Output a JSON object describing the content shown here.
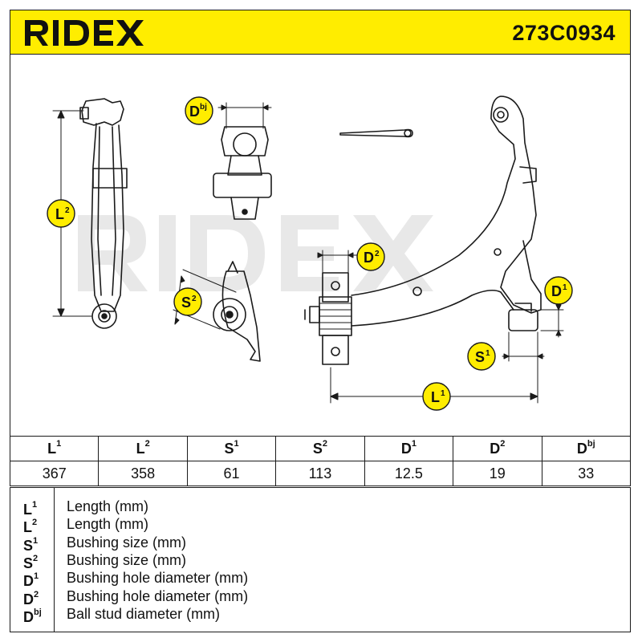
{
  "header": {
    "brand": "RIDEX",
    "part_number": "273C0934"
  },
  "drawing": {
    "watermark": "RIDEX",
    "callouts": [
      {
        "base": "L",
        "sup": "2"
      },
      {
        "base": "D",
        "sup": "bj"
      },
      {
        "base": "S",
        "sup": "2"
      },
      {
        "base": "D",
        "sup": "2"
      },
      {
        "base": "D",
        "sup": "1"
      },
      {
        "base": "S",
        "sup": "1"
      },
      {
        "base": "L",
        "sup": "1"
      }
    ]
  },
  "dimensions": {
    "columns": [
      {
        "base": "L",
        "sup": "1",
        "value": "367"
      },
      {
        "base": "L",
        "sup": "2",
        "value": "358"
      },
      {
        "base": "S",
        "sup": "1",
        "value": "61"
      },
      {
        "base": "S",
        "sup": "2",
        "value": "113"
      },
      {
        "base": "D",
        "sup": "1",
        "value": "12.5"
      },
      {
        "base": "D",
        "sup": "2",
        "value": "19"
      },
      {
        "base": "D",
        "sup": "bj",
        "value": "33"
      }
    ]
  },
  "legend": [
    {
      "base": "L",
      "sup": "1",
      "text": "Length (mm)"
    },
    {
      "base": "L",
      "sup": "2",
      "text": "Length (mm)"
    },
    {
      "base": "S",
      "sup": "1",
      "text": "Bushing size (mm)"
    },
    {
      "base": "S",
      "sup": "2",
      "text": "Bushing size (mm)"
    },
    {
      "base": "D",
      "sup": "1",
      "text": "Bushing hole diameter (mm)"
    },
    {
      "base": "D",
      "sup": "2",
      "text": "Bushing hole diameter (mm)"
    },
    {
      "base": "D",
      "sup": "bj",
      "text": "Ball stud diameter (mm)"
    }
  ],
  "colors": {
    "brand_yellow": "#ffed00",
    "ink": "#1a1a1a",
    "watermark": "#e6e6e6"
  }
}
